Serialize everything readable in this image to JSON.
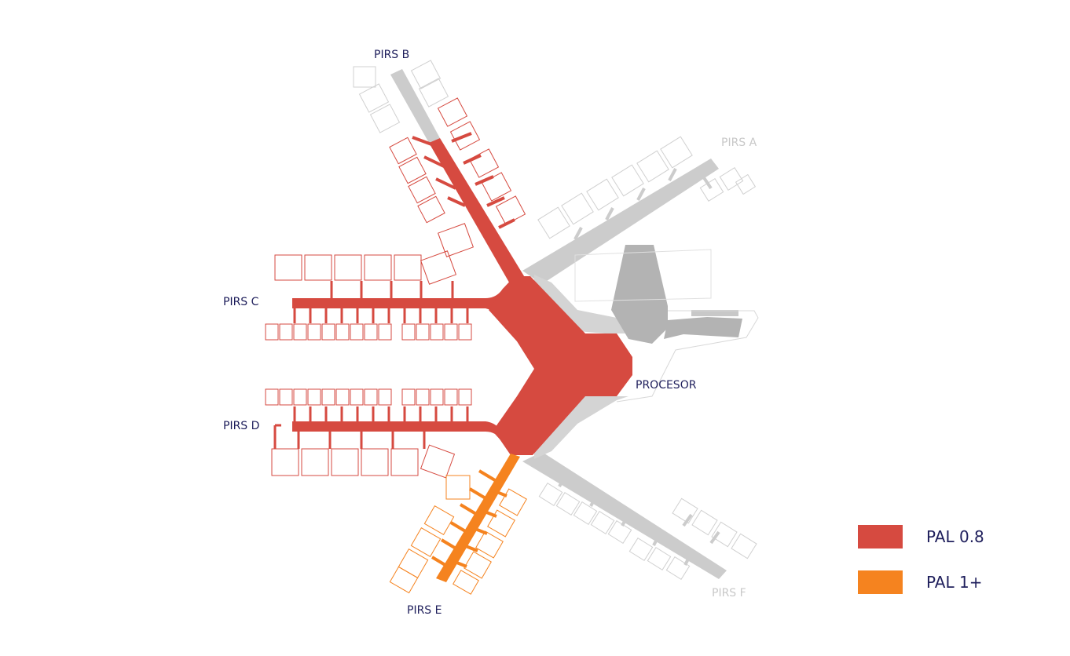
{
  "colors": {
    "pal_low": "#d64a40",
    "pal_high": "#f5831f",
    "inactive": "#cccccc",
    "inactive_dark": "#b3b3b3",
    "label_dark": "#1f1f5c",
    "label_light": "#c8c8c8"
  },
  "labels": {
    "pier_a": "PIRS A",
    "pier_b": "PIRS B",
    "pier_c": "PIRS C",
    "pier_d": "PIRS D",
    "pier_e": "PIRS E",
    "pier_f": "PIRS F",
    "processor": "PROCESOR"
  },
  "legend": [
    {
      "label": "PAL 0.8",
      "color": "#d64a40"
    },
    {
      "label": "PAL 1+",
      "color": "#f5831f"
    }
  ]
}
